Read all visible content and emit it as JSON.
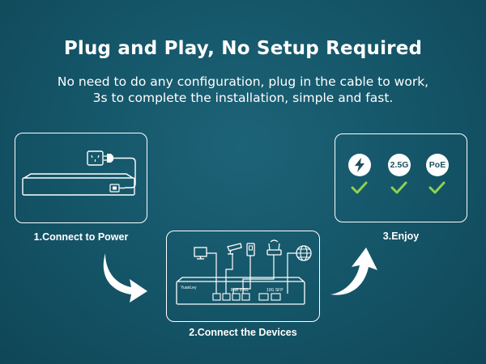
{
  "header": {
    "title": "Plug and Play, No Setup Required",
    "subtitle_line1": "No need to do any configuration, plug in the cable to work,",
    "subtitle_line2": "3s to complete the installation, simple and fast."
  },
  "steps": [
    {
      "label": "1.Connect to Power"
    },
    {
      "label": "2.Connect the Devices"
    },
    {
      "label": "3.Enjoy"
    }
  ],
  "switch": {
    "brand": "YuanLey",
    "port_label_poe": "PoE 2.5G",
    "port_label_sfp": "10G SFP"
  },
  "features": [
    {
      "icon": "lightning-icon",
      "text": ""
    },
    {
      "icon": "speed-badge",
      "text": "2.5G"
    },
    {
      "icon": "poe-badge",
      "text": "PoE"
    }
  ],
  "colors": {
    "background": "#145467",
    "check_green": "#8fd14f",
    "line": "#ffffff"
  }
}
